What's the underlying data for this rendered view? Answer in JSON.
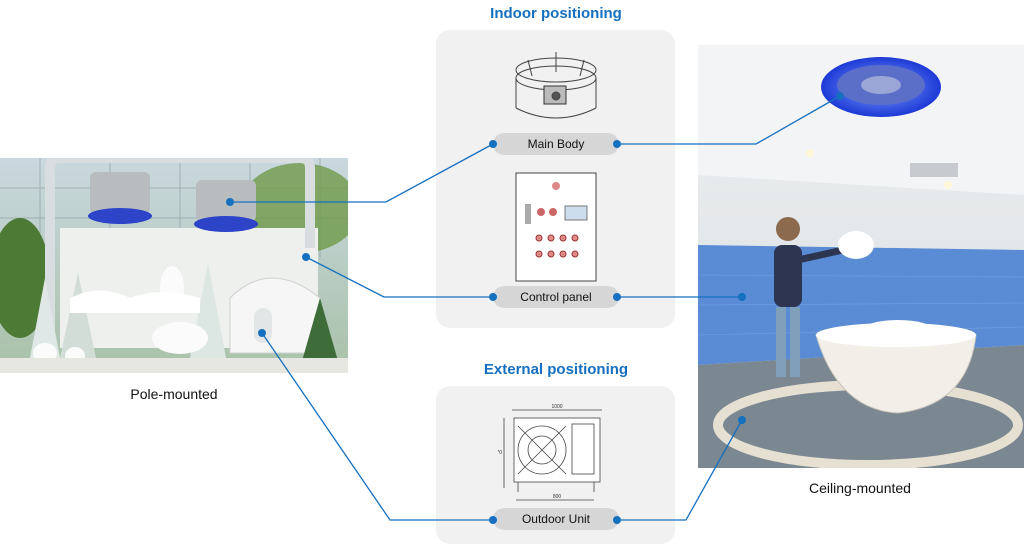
{
  "indoor": {
    "title": "Indoor positioning",
    "main_body_label": "Main Body",
    "control_panel_label": "Control panel"
  },
  "external": {
    "title": "External positioning",
    "outdoor_unit_label": "Outdoor Unit",
    "dim_top": "1000",
    "dim_side": "570",
    "dim_bottom": "800"
  },
  "captions": {
    "left": "Pole-mounted",
    "right": "Ceiling-mounted"
  },
  "colors": {
    "accent": "#1570c0",
    "pill": "#d6d6d6",
    "panel": "#f1f1f1"
  }
}
